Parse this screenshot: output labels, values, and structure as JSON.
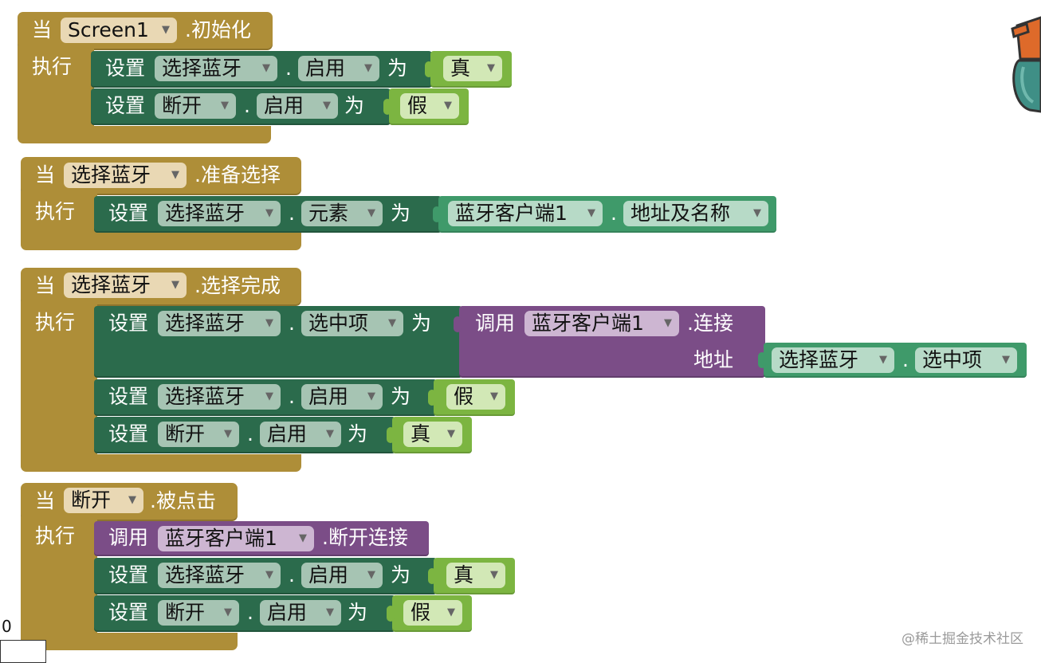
{
  "labels": {
    "when": "当",
    "do": "执行",
    "set": "设置",
    "to": "为",
    "call": "调用",
    "address": "地址",
    "dot": "."
  },
  "block1": {
    "component": "Screen1",
    "event": ".初始化",
    "row1": {
      "component": "选择蓝牙",
      "property": "启用",
      "value": "真"
    },
    "row2": {
      "component": "断开",
      "property": "启用",
      "value": "假"
    }
  },
  "block2": {
    "component": "选择蓝牙",
    "event": ".准备选择",
    "row1": {
      "component": "选择蓝牙",
      "property": "元素",
      "get_component": "蓝牙客户端1",
      "get_property": "地址及名称"
    }
  },
  "block3": {
    "component": "选择蓝牙",
    "event": ".选择完成",
    "row1": {
      "component": "选择蓝牙",
      "property": "选中项",
      "call_component": "蓝牙客户端1",
      "call_method": ".连接",
      "arg_component": "选择蓝牙",
      "arg_property": "选中项"
    },
    "row2": {
      "component": "选择蓝牙",
      "property": "启用",
      "value": "假"
    },
    "row3": {
      "component": "断开",
      "property": "启用",
      "value": "真"
    }
  },
  "block4": {
    "component": "断开",
    "event": ".被点击",
    "row1": {
      "call_component": "蓝牙客户端1",
      "call_method": ".断开连接"
    },
    "row2": {
      "component": "选择蓝牙",
      "property": "启用",
      "value": "真"
    },
    "row3": {
      "component": "断开",
      "property": "启用",
      "value": "假"
    }
  },
  "corner_number": "0",
  "watermark": "@稀土掘金技术社区",
  "dropdown_glyph": "▼",
  "colors": {
    "event": "#ae8e38",
    "setter": "#2b6b4c",
    "getter": "#3f9a6a",
    "procedure_call": "#7b4d87",
    "boolean": "#7cb541"
  }
}
